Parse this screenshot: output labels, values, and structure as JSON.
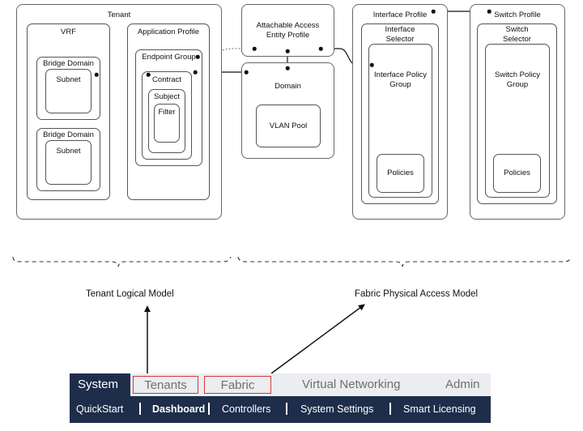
{
  "diagram": {
    "tenant": "Tenant",
    "vrf": "VRF",
    "bridge_domain_1": "Bridge Domain",
    "subnet_1": "Subnet",
    "bridge_domain_2": "Bridge Domain",
    "subnet_2": "Subnet",
    "application_profile": "Application Profile",
    "endpoint_group": "Endpoint Group",
    "contract": "Contract",
    "subject": "Subject",
    "filter": "Filter",
    "aaep": "Attachable Access\nEntity Profile",
    "domain": "Domain",
    "vlan_pool": "VLAN Pool",
    "interface_profile": "Interface Profile",
    "interface_selector": "Interface\nSelector",
    "interface_policy_group": "Interface Policy\nGroup",
    "interface_policies": "Policies",
    "switch_profile": "Switch Profile",
    "switch_selector": "Switch\nSelector",
    "switch_policy_group": "Switch Policy\nGroup",
    "switch_policies": "Policies"
  },
  "models": {
    "logical": "Tenant Logical Model",
    "physical": "Fabric Physical Access Model"
  },
  "nav": {
    "top_tabs": [
      "System",
      "Tenants",
      "Fabric",
      "Virtual Networking",
      "Admin"
    ],
    "sub_items": [
      "QuickStart",
      "Dashboard",
      "Controllers",
      "System Settings",
      "Smart Licensing"
    ]
  },
  "colors": {
    "nav_dark": "#1e2d4a",
    "nav_light": "#ebedf0",
    "highlight": "#d23a3a"
  }
}
